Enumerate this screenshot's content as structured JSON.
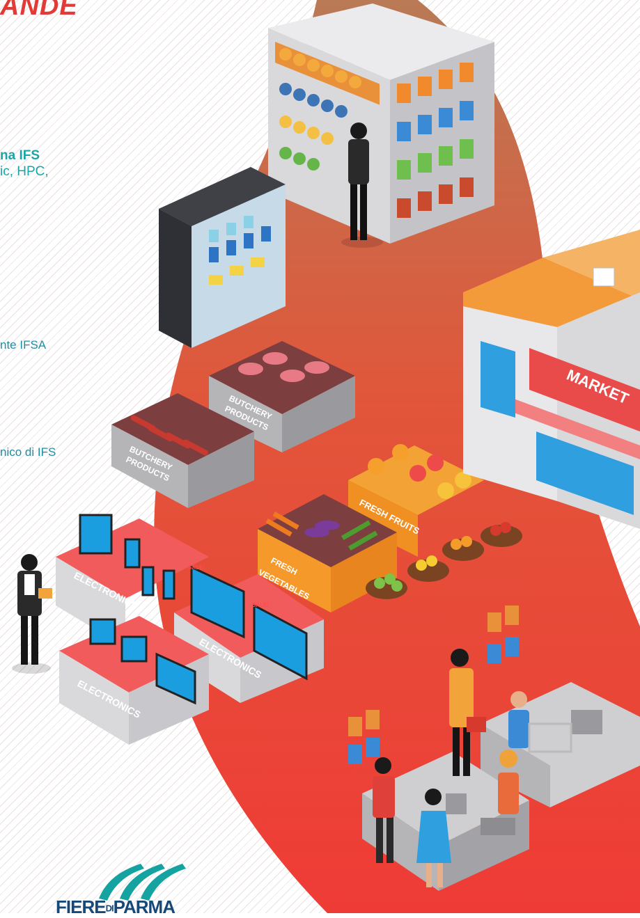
{
  "heading": "ANDE",
  "lines": {
    "l1": "na IFS",
    "l2": "ic, HPC,",
    "l3": "",
    "l4": "nte IFSA",
    "l5": "nico di IFS"
  },
  "signs": {
    "butchery1": "BUTCHERY",
    "butchery1b": "PRODUCTS",
    "butchery2": "BUTCHERY",
    "butchery2b": "PRODUCTS",
    "fresh_fruits": "FRESH FRUITS",
    "fresh_veg": "FRESH",
    "fresh_veg_b": "VEGETABLES",
    "electronics1": "ELECTRONICS",
    "electronics2": "ELECTRONICS",
    "electronics3": "ELECTRONICS",
    "market": "MARKET",
    "sale1": "SALE!",
    "sale2": "SALE!"
  },
  "logo": {
    "left": "FIERE",
    "mid": "DI",
    "right": "PARMA"
  },
  "colors": {
    "accent_red": "#e23b37",
    "teal": "#1aa6a6",
    "orange": "#f39a3b",
    "navy": "#16487a"
  }
}
